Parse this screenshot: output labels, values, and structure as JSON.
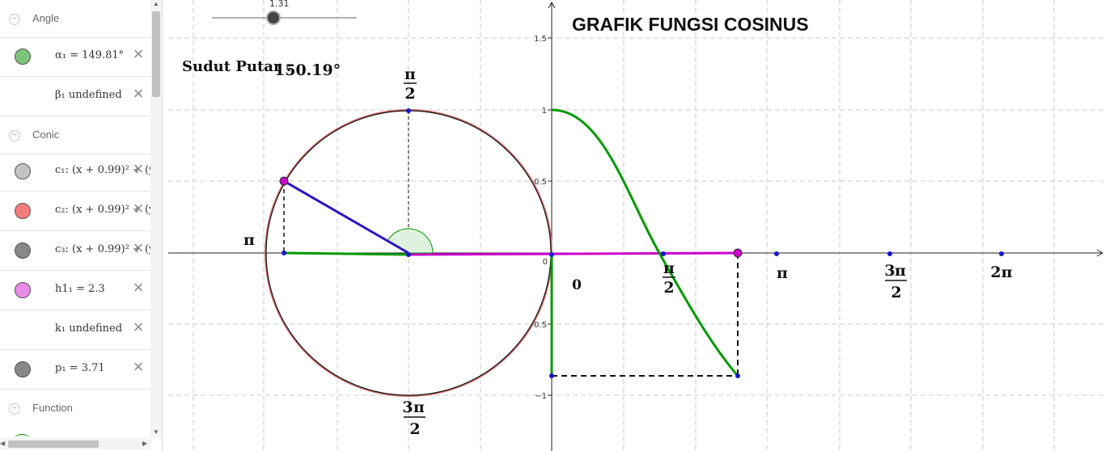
{
  "algebra": {
    "categories": {
      "angle": "Angle",
      "conic": "Conic",
      "function": "Function"
    },
    "items": [
      {
        "label": "α₁ = 149.81°",
        "color": "#7cc47c"
      },
      {
        "label": "β₁ undefined",
        "color": null
      },
      {
        "label": "c₁: (x + 0.99)² + (y",
        "color": "#c4c4c4"
      },
      {
        "label": "c₂: (x + 0.99)² + (y",
        "color": "#f47c7c"
      },
      {
        "label": "c₃: (x + 0.99)² + (y",
        "color": "#888888"
      },
      {
        "label": "h1₁ = 2.3",
        "color": "#e88ae8"
      },
      {
        "label": "k₁ undefined",
        "color": null
      },
      {
        "label": "p₁ = 3.71",
        "color": "#888888"
      }
    ],
    "toggle_symbol": "−",
    "close_symbol": "×"
  },
  "graphics": {
    "title": "GRAFIK FUNGSI COSINUS",
    "slider_value": "1.31",
    "angle_caption": "Sudut Putar :",
    "angle_value": "150.19°",
    "y_ticks": [
      "1.5",
      "1",
      "0.5",
      "0",
      "-0.5",
      "−1"
    ],
    "labels": {
      "pi": "π",
      "half": "2",
      "three": "3",
      "zero": "0",
      "two_pi": "2π"
    }
  },
  "colors": {
    "green": "#009900",
    "magenta": "#cc00cc",
    "blue_segment": "#2b14c2",
    "axis_point": "#1515cc",
    "grid": "#c8c8c8"
  }
}
